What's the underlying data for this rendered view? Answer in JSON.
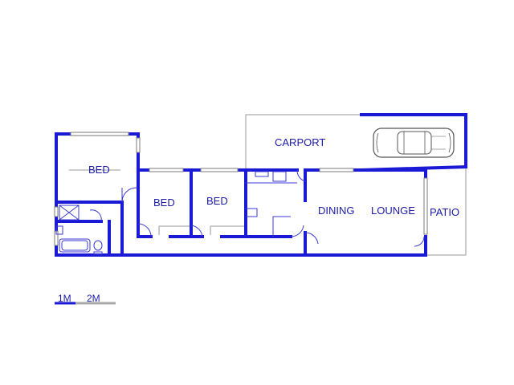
{
  "plan": {
    "rooms": {
      "bed1": "BED",
      "bed2": "BED",
      "bed3": "BED",
      "carport": "CARPORT",
      "dining": "DINING",
      "lounge": "LOUNGE",
      "patio": "PATIO"
    },
    "scale": {
      "label_1": "1M",
      "label_2": "2M"
    }
  },
  "colors": {
    "wall": "#1a1ad6",
    "label": "#1a1aa6",
    "outline": "#9a9a9a"
  }
}
